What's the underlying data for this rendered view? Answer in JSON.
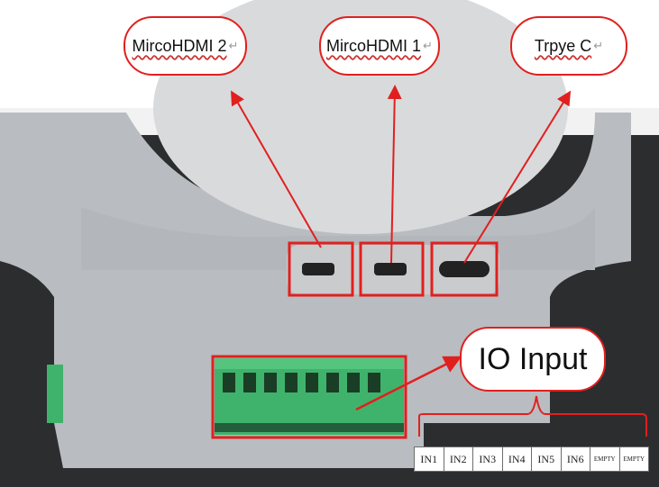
{
  "callouts": {
    "hdmi2": "MircoHDMI 2",
    "hdmi1": "MircoHDMI 1",
    "typec": "Trpye C",
    "io": "IO Input",
    "paragraph_mark": "↵"
  },
  "io_table": {
    "cells": [
      "IN1",
      "IN2",
      "IN3",
      "IN4",
      "IN5",
      "IN6",
      "EMPTY",
      "EMPTY"
    ]
  },
  "colors": {
    "accent": "#e0201f",
    "device_body": "#b9bcc0",
    "terminal_block": "#3fb36b",
    "background_dark": "#2c2d2f"
  },
  "icons": [
    "micro-hdmi-port-icon",
    "micro-hdmi-port-icon",
    "usb-c-port-icon",
    "terminal-block-icon"
  ]
}
